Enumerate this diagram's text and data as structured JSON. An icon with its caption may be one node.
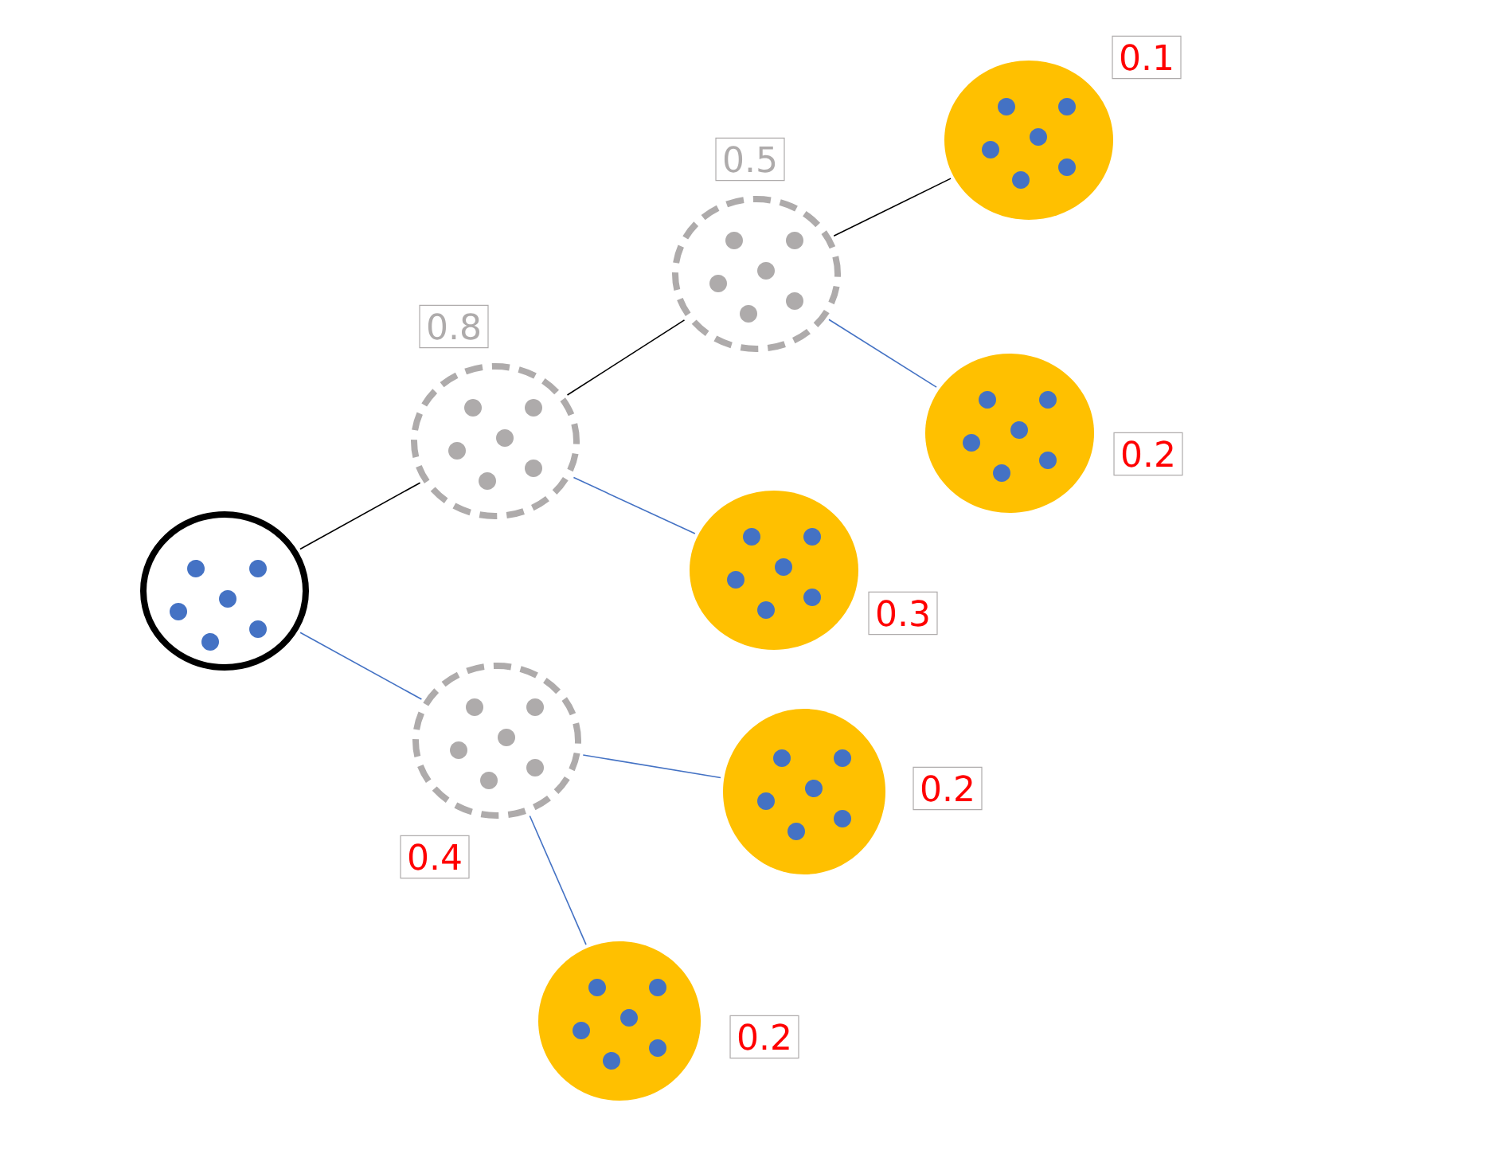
{
  "diagram": {
    "nodes": [
      {
        "text": [],
        "shape": "circle"
      },
      {
        "text": [],
        "shape": "circle",
        "beside": [
          "0.8"
        ]
      },
      {
        "text": [],
        "shape": "circle",
        "beside": [
          "0.5"
        ]
      },
      {
        "text": [],
        "shape": "circle",
        "beside": [
          "0.1"
        ]
      },
      {
        "text": [],
        "shape": "circle",
        "beside": [
          "0.2"
        ]
      },
      {
        "text": [],
        "shape": "circle",
        "beside": [
          "0.3"
        ]
      },
      {
        "text": [],
        "shape": "circle",
        "beside": [
          "0.4"
        ]
      },
      {
        "text": [],
        "shape": "circle",
        "beside": [
          "0.2"
        ]
      },
      {
        "text": [],
        "shape": "circle",
        "beside": [
          "0.2"
        ]
      }
    ],
    "edges": [
      {
        "from": 0,
        "to": 1,
        "arrow": "none",
        "color": "#000000"
      },
      {
        "from": 1,
        "to": 2,
        "arrow": "none",
        "color": "#000000"
      },
      {
        "from": 2,
        "to": 3,
        "arrow": "none",
        "color": "#000000"
      },
      {
        "from": 2,
        "to": 4,
        "arrow": "none"
      },
      {
        "from": 1,
        "to": 5,
        "arrow": "none"
      },
      {
        "from": 0,
        "to": 6,
        "arrow": "none"
      },
      {
        "from": 6,
        "to": 7,
        "arrow": "none"
      },
      {
        "from": 6,
        "to": 8,
        "arrow": "none"
      }
    ]
  }
}
